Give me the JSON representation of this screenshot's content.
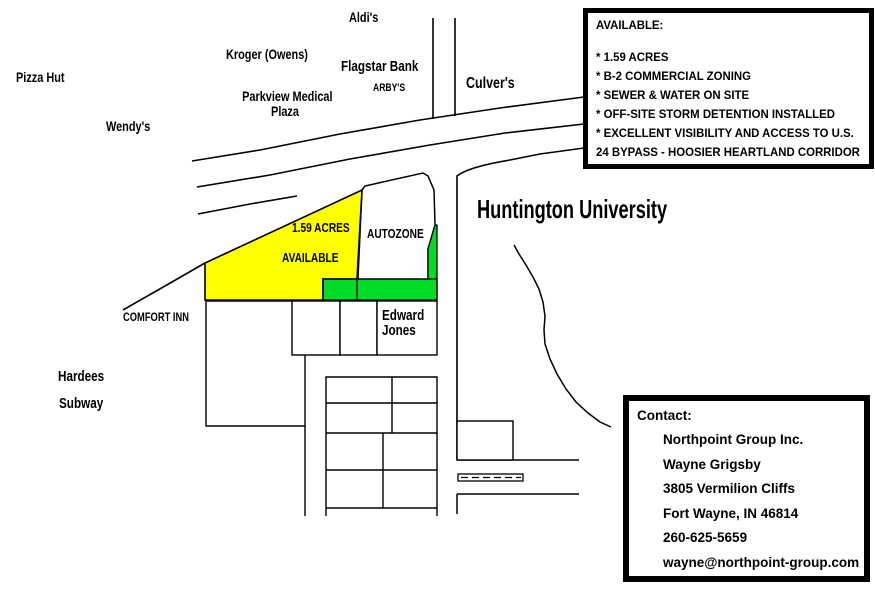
{
  "colors": {
    "parcel_yellow": "#FFFF00",
    "parcel_green": "#00DC28",
    "line_black": "#000000",
    "background": "#FFFFFF"
  },
  "map_labels": {
    "pizza_hut": "Pizza Hut",
    "wendys": "Wendy's",
    "kroger": "Kroger (Owens)",
    "parkview_line1": "Parkview Medical",
    "parkview_line2": "Plaza",
    "aldis": "Aldi's",
    "flagstar": "Flagstar Bank",
    "arbys": "ARBY'S",
    "culvers": "Culver's",
    "huntington": "Huntington University",
    "acres": "1.59 ACRES",
    "available": "AVAILABLE",
    "autozone": "AUTOZONE",
    "comfort_inn": "COMFORT INN",
    "edward_jones_line1": "Edward",
    "edward_jones_line2": "Jones",
    "hardees": "Hardees",
    "subway": "Subway"
  },
  "available_box": {
    "heading": "AVAILABLE:",
    "lines": [
      "* 1.59 ACRES",
      "* B-2 COMMERCIAL ZONING",
      "* SEWER & WATER ON SITE",
      "* OFF-SITE STORM DETENTION INSTALLED",
      "* EXCELLENT VISIBILITY AND ACCESS TO U.S.",
      "24 BYPASS - HOOSIER HEARTLAND CORRIDOR"
    ]
  },
  "contact_box": {
    "heading": "Contact:",
    "lines": [
      "Northpoint Group Inc.",
      "Wayne Grigsby",
      "3805 Vermilion Cliffs",
      "Fort Wayne, IN  46814",
      "260-625-5659",
      "wayne@northpoint-group.com"
    ]
  }
}
